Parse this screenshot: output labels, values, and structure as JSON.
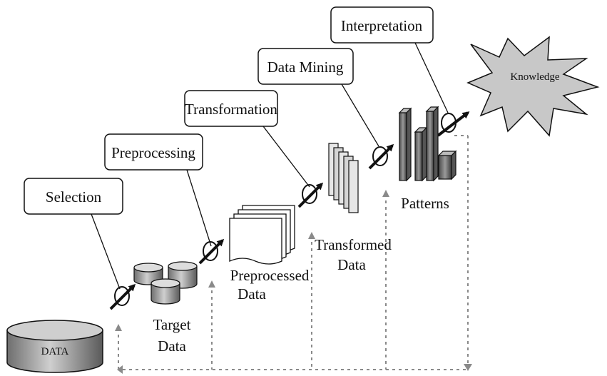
{
  "steps": {
    "selection": "Selection",
    "preprocessing": "Preprocessing",
    "transformation": "Transformation",
    "data_mining": "Data Mining",
    "interpretation": "Interpretation"
  },
  "stores": {
    "data": "DATA",
    "target_data_line1": "Target",
    "target_data_line2": "Data",
    "preprocessed_data_line1": "Preprocessed",
    "preprocessed_data_line2": "Data",
    "transformed_data_line1": "Transformed",
    "transformed_data_line2": "Data",
    "patterns": "Patterns"
  },
  "result": {
    "knowledge": "Knowledge"
  },
  "colors": {
    "ink": "#111111",
    "gray_fill": "#8c8c8c",
    "light_fill": "#d6d6d6",
    "dotted": "#777777"
  }
}
